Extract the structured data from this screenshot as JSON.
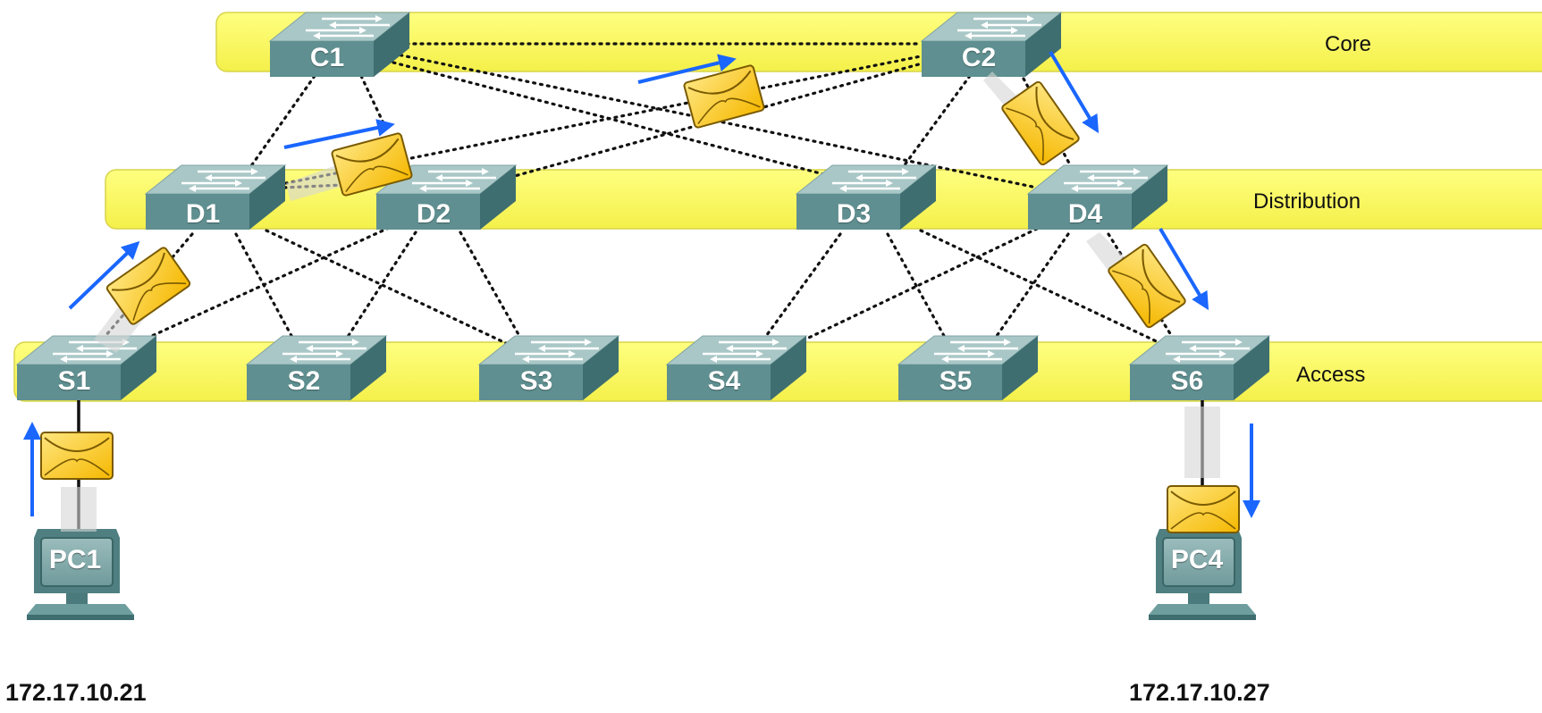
{
  "layers": {
    "core": "Core",
    "distribution": "Distribution",
    "access": "Access"
  },
  "switches": {
    "c1": "C1",
    "c2": "C2",
    "d1": "D1",
    "d2": "D2",
    "d3": "D3",
    "d4": "D4",
    "s1": "S1",
    "s2": "S2",
    "s3": "S3",
    "s4": "S4",
    "s5": "S5",
    "s6": "S6"
  },
  "hosts": {
    "pc1": {
      "name": "PC1",
      "ip": "172.17.10.21"
    },
    "pc4": {
      "name": "PC4",
      "ip": "172.17.10.27"
    }
  },
  "colors": {
    "layer_band": "#ffff66",
    "switch_top": "#a9c7c7",
    "switch_front": "#5f8f90",
    "switch_side": "#3f6e70",
    "envelope": "#ffcc00",
    "arrow": "#1a66ff"
  },
  "icons": {
    "switch": "layer2-switch-icon",
    "pc": "desktop-computer-icon",
    "packet": "envelope-icon",
    "flow": "arrow-icon"
  }
}
